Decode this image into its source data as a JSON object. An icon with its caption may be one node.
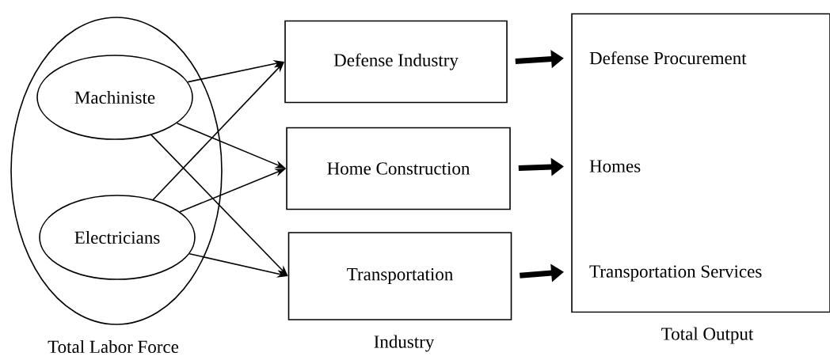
{
  "diagram": {
    "nodes": [
      {
        "text": [
          "Total Labor Force"
        ]
      },
      {
        "text": [
          "Machiniste"
        ],
        "in": 0
      },
      {
        "text": [
          "Electricians"
        ],
        "in": 0
      },
      {
        "text": [
          "Defense Industry"
        ]
      },
      {
        "text": [
          "Home Construction"
        ]
      },
      {
        "text": [
          "Transportation"
        ]
      },
      {
        "text": [
          "Total Output"
        ]
      },
      {
        "text": [
          "Defense Procurement"
        ],
        "in": 6
      },
      {
        "text": [
          "Homes"
        ],
        "in": 6
      },
      {
        "text": [
          "Transportation Services"
        ],
        "in": 6
      }
    ],
    "edges": [
      {
        "from": 1,
        "to": 3,
        "arrow": "to"
      },
      {
        "from": 1,
        "to": 4,
        "arrow": "to"
      },
      {
        "from": 1,
        "to": 5,
        "arrow": "to"
      },
      {
        "from": 2,
        "to": 3,
        "arrow": "to"
      },
      {
        "from": 2,
        "to": 4,
        "arrow": "to"
      },
      {
        "from": 2,
        "to": 5,
        "arrow": "to"
      },
      {
        "from": 3,
        "to": 7,
        "arrow": "to",
        "style": "thick"
      },
      {
        "from": 4,
        "to": 8,
        "arrow": "to",
        "style": "thick"
      },
      {
        "from": 5,
        "to": 9,
        "arrow": "to",
        "style": "thick"
      }
    ],
    "labels": [
      "Industry"
    ]
  }
}
